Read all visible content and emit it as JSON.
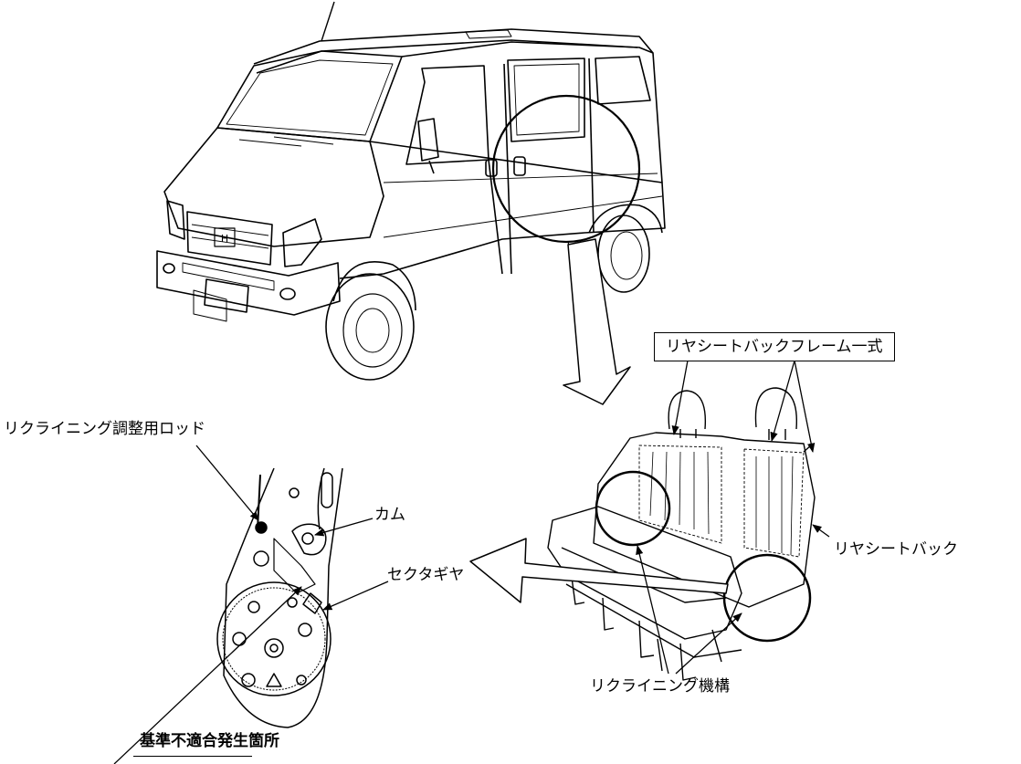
{
  "labels": {
    "rear_seat_back_frame_assy": "リヤシートバックフレーム一式",
    "reclining_rod": "リクライニング調整用ロッド",
    "cam": "カム",
    "sector_gear": "セクタギヤ",
    "rear_seat_back": "リヤシートバック",
    "reclining_mechanism": "リクライニング機構",
    "nonconformity_location": "基準不適合発生箇所"
  }
}
